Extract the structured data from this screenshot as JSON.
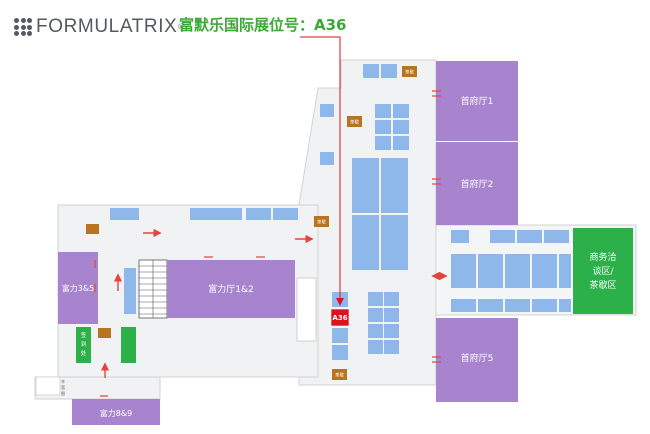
{
  "brand": {
    "name": "FORMULATRIX",
    "reg_mark": "®"
  },
  "booth_title": "富默乐国际展位号：A36",
  "colors": {
    "hall": "#a884cf",
    "booth": "#8fb8ea",
    "tea": "#b8741f",
    "green": "#2bb04a",
    "highlight": "#d8141c",
    "arrow": "#e3443c",
    "floor": "#f1f2f3",
    "title": "#3aaa35"
  },
  "map": {
    "halls": {
      "fushi1": "首府厅1",
      "fushi2": "首府厅2",
      "fushi5": "首府厅5",
      "fuli35": "富力3&5",
      "fuli12": "富力厅1&2",
      "fuli89": "富力8&9"
    },
    "business_area": [
      "商务洽",
      "谈区/",
      "茶歇区"
    ],
    "tea_break": "茶歇",
    "highlight_booth": "A36",
    "side_rooms": [
      "辛",
      "萤",
      "图"
    ],
    "room_a": [
      "签",
      "到",
      "处"
    ]
  }
}
